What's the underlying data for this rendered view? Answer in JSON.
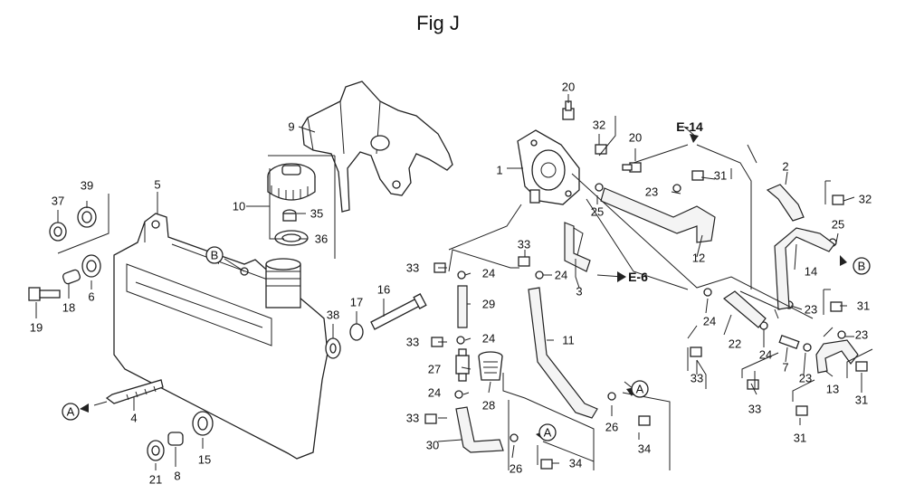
{
  "title": "Fig J",
  "refs": {
    "e14": "E-14",
    "e6": "E-6",
    "a": "A",
    "b": "B"
  },
  "callouts": [
    {
      "id": "c20a",
      "text": "20"
    },
    {
      "id": "c32a",
      "text": "32"
    },
    {
      "id": "c20b",
      "text": "20"
    },
    {
      "id": "c31a",
      "text": "31"
    },
    {
      "id": "c23a",
      "text": "23"
    },
    {
      "id": "c2",
      "text": "2"
    },
    {
      "id": "c32b",
      "text": "32"
    },
    {
      "id": "c9",
      "text": "9"
    },
    {
      "id": "c1",
      "text": "1"
    },
    {
      "id": "c25a",
      "text": "25"
    },
    {
      "id": "c12",
      "text": "12"
    },
    {
      "id": "c25b",
      "text": "25"
    },
    {
      "id": "c14",
      "text": "14"
    },
    {
      "id": "c39",
      "text": "39"
    },
    {
      "id": "c37",
      "text": "37"
    },
    {
      "id": "c5",
      "text": "5"
    },
    {
      "id": "c10",
      "text": "10"
    },
    {
      "id": "c35",
      "text": "35"
    },
    {
      "id": "c36",
      "text": "36"
    },
    {
      "id": "c33a",
      "text": "33"
    },
    {
      "id": "c24a",
      "text": "24"
    },
    {
      "id": "c33b",
      "text": "33"
    },
    {
      "id": "c24b",
      "text": "24"
    },
    {
      "id": "c3",
      "text": "3"
    },
    {
      "id": "c23b",
      "text": "23"
    },
    {
      "id": "c31b",
      "text": "31"
    },
    {
      "id": "c6",
      "text": "6"
    },
    {
      "id": "c18",
      "text": "18"
    },
    {
      "id": "c19",
      "text": "19"
    },
    {
      "id": "c29",
      "text": "29"
    },
    {
      "id": "c38",
      "text": "38"
    },
    {
      "id": "c17",
      "text": "17"
    },
    {
      "id": "c16",
      "text": "16"
    },
    {
      "id": "c24c",
      "text": "24"
    },
    {
      "id": "c22",
      "text": "22"
    },
    {
      "id": "c23c",
      "text": "23"
    },
    {
      "id": "c33c",
      "text": "33"
    },
    {
      "id": "c24d",
      "text": "24"
    },
    {
      "id": "c11",
      "text": "11"
    },
    {
      "id": "c24e",
      "text": "24"
    },
    {
      "id": "c7",
      "text": "7"
    },
    {
      "id": "c27",
      "text": "27"
    },
    {
      "id": "c33d",
      "text": "33"
    },
    {
      "id": "c23d",
      "text": "23"
    },
    {
      "id": "c28",
      "text": "28"
    },
    {
      "id": "c24f",
      "text": "24"
    },
    {
      "id": "c4",
      "text": "4"
    },
    {
      "id": "c13",
      "text": "13"
    },
    {
      "id": "c31c",
      "text": "31"
    },
    {
      "id": "c33e",
      "text": "33"
    },
    {
      "id": "c33f",
      "text": "33"
    },
    {
      "id": "c26a",
      "text": "26"
    },
    {
      "id": "c34a",
      "text": "34"
    },
    {
      "id": "c31d",
      "text": "31"
    },
    {
      "id": "c30",
      "text": "30"
    },
    {
      "id": "c21",
      "text": "21"
    },
    {
      "id": "c8",
      "text": "8"
    },
    {
      "id": "c15",
      "text": "15"
    },
    {
      "id": "c26b",
      "text": "26"
    },
    {
      "id": "c34b",
      "text": "34"
    }
  ]
}
